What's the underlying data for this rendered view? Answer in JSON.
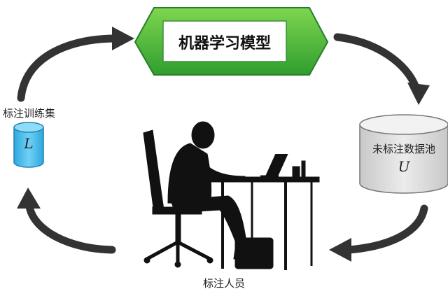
{
  "model": {
    "label": "机器学习模型",
    "border_color": "#2f9e2f",
    "fill_color": "#5cc63b"
  },
  "training_set": {
    "title": "标注训练集",
    "symbol": "L",
    "color": "#3fb8ea"
  },
  "unlabeled_pool": {
    "title": "未标注数据池",
    "symbol": "U",
    "color": "#d9d9d9"
  },
  "annotator": {
    "label": "标注人员"
  },
  "arrow_color": "#333333"
}
